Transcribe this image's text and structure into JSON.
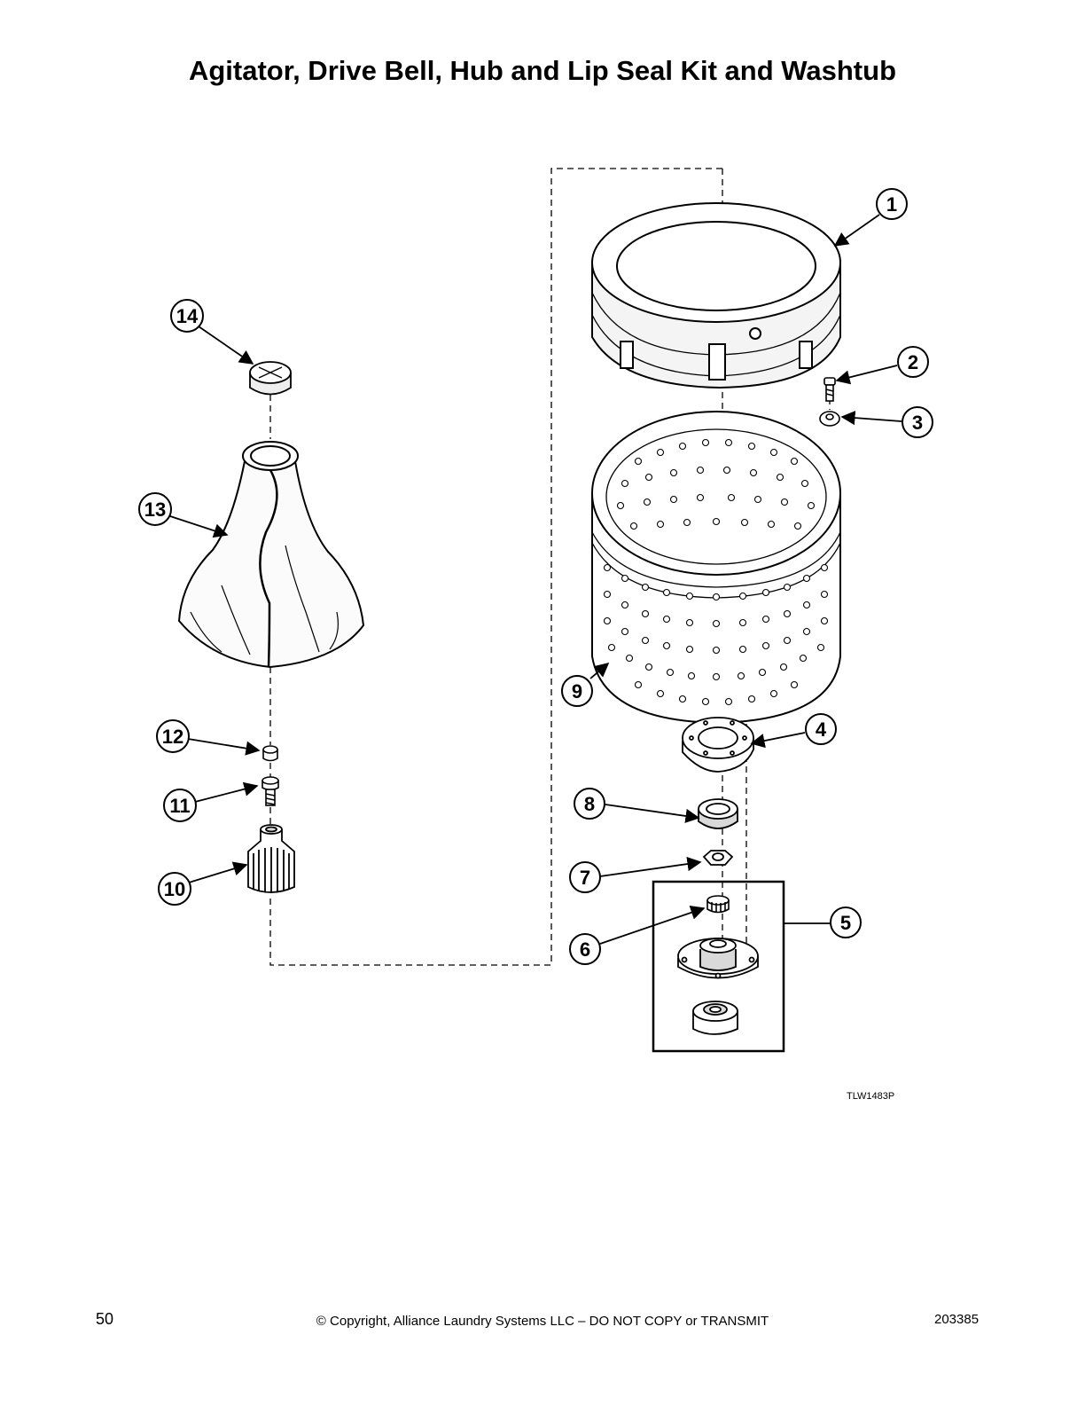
{
  "page": {
    "title": "Agitator, Drive Bell, Hub and Lip Seal Kit and Washtub",
    "figure_id": "TLW1483P",
    "page_number": "50",
    "copyright": "© Copyright, Alliance Laundry Systems LLC – DO NOT COPY or TRANSMIT",
    "document_number": "203385"
  },
  "callouts": [
    "1",
    "2",
    "3",
    "4",
    "5",
    "6",
    "7",
    "8",
    "9",
    "10",
    "11",
    "12",
    "13",
    "14"
  ],
  "colors": {
    "ink": "#1a1a1a",
    "line": "#000000",
    "fill_light": "#f4f4f4",
    "fill_mid": "#d9d9d9"
  }
}
